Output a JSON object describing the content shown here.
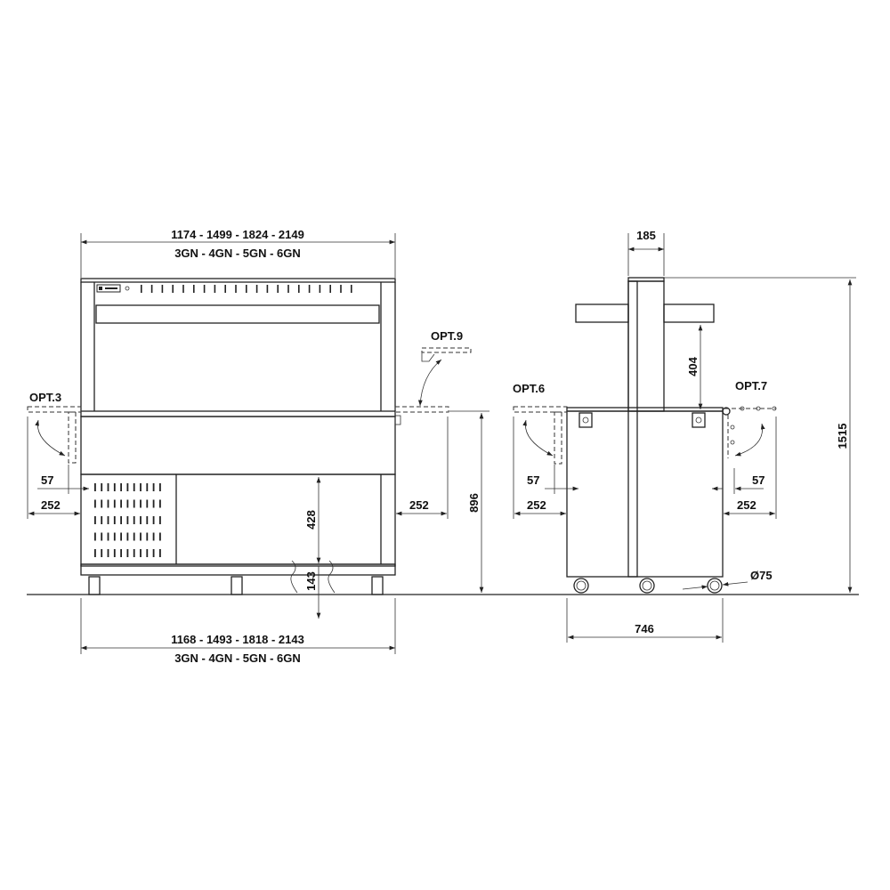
{
  "front_view": {
    "top_width_label": "1174 - 1499 - 1824 - 2149",
    "top_gn_label": "3GN - 4GN - 5GN - 6GN",
    "bottom_width_label": "1168 - 1493 - 1818 - 2143",
    "bottom_gn_label": "3GN - 4GN - 5GN - 6GN",
    "opt_left": "OPT.3",
    "opt_right": "OPT.9",
    "dim_57": "57",
    "dim_252_left": "252",
    "dim_252_right": "252",
    "dim_428": "428",
    "dim_143": "143",
    "dim_896": "896"
  },
  "side_view": {
    "dim_185": "185",
    "dim_404": "404",
    "dim_1515": "1515",
    "opt_left": "OPT.6",
    "opt_right": "OPT.7",
    "dim_57_left": "57",
    "dim_57_right": "57",
    "dim_252_left": "252",
    "dim_252_right": "252",
    "dim_746": "746",
    "wheel_diameter": "Ø75"
  }
}
